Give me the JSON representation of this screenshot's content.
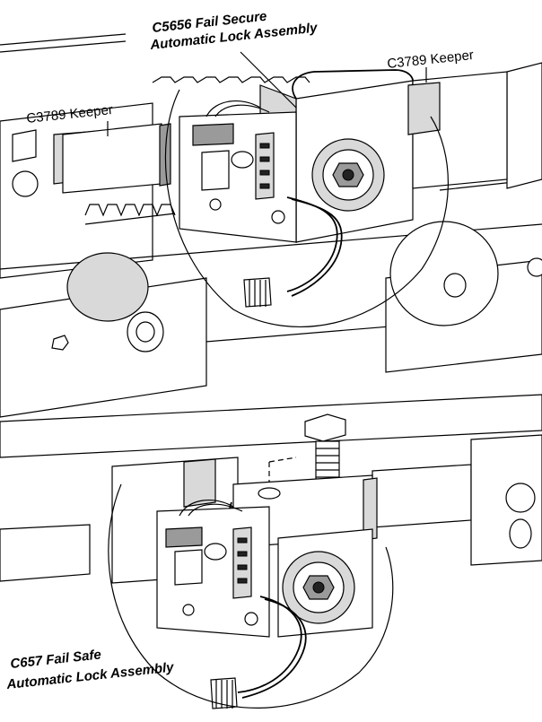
{
  "labels": {
    "top_assembly_line1": "C5656 Fail Secure",
    "top_assembly_line2": "Automatic Lock Assembly",
    "keeper_left": "C3789 Keeper",
    "keeper_right": "C3789 Keeper",
    "bottom_assembly_line1": "C657  Fail Safe",
    "bottom_assembly_line2": "Automatic Lock Assembly"
  }
}
